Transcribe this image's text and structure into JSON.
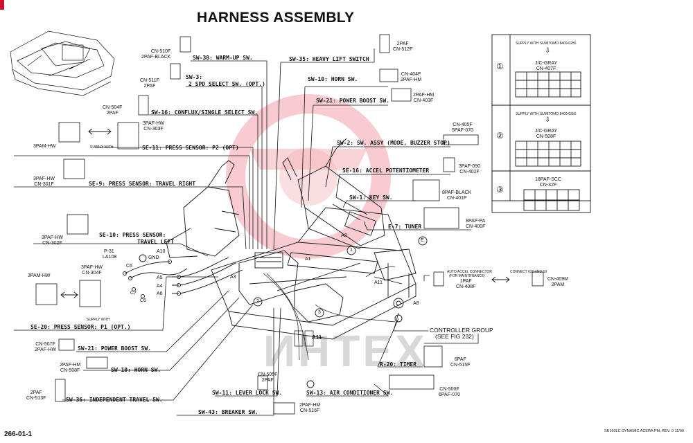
{
  "title": "HARNESS ASSEMBLY",
  "page_number": "266-01-1",
  "footer_note": "SK160LC DYNAMIC ACERA PM, REV. 0 11/00",
  "watermark": "ИНТЕХ",
  "colors": {
    "line": "#111111",
    "watermark_red": "#e03a4a",
    "watermark_gray": "#d8d8d8"
  },
  "callouts": {
    "sw38": "SW-38: WARM-UP SW.",
    "sw3": "SW-3:",
    "sw3b": "2 SPD SELECT SW. (OPT.)",
    "sw16": "SW-16: CONFLUX/SINGLE SELECT SW.",
    "se11": "SE-11: PRESS SENSOR: P2 (OPT)",
    "se9": "SE-9: PRESS SENSOR: TRAVEL RIGHT",
    "se10": "SE-10: PRESS SENSOR:",
    "se10b": "TRAVEL LEFT",
    "se20": "SE-20: PRESS SENSOR: P1 (OPT.)",
    "sw21b": "SW-21: POWER BOOST SW.",
    "sw10b": "SW-10: HORN SW.",
    "sw36": "SW-36: INDEPENDENT TRAVEL SW.",
    "sw43": "SW-43: BREAKER SW.",
    "sw11": "SW-11: LEVER LOCK SW.",
    "sw13": "SW-13: AIR CONDITIONER SW.",
    "sw35": "SW-35: HEAVY LIFT SWITCH",
    "sw10": "SW-10: HORN SW.",
    "sw21": "SW-21: POWER BOOST SW.",
    "sw2": "SW-2: SW. ASSY (MODE, BUZZER STOP)",
    "se16": "SE-16: ACCEL POTENTIOMETER",
    "sw1": "SW-1: KEY SW.",
    "e7": "E-7: TUNER",
    "r20": "R-20: TIMER",
    "controller": "CONTROLLER GROUP",
    "controller2": "(SEE FIG 232)"
  },
  "connectors": {
    "c510": "CN-510F\n2PAF-BLACK",
    "c511": "CN-511F\n2PAF",
    "c504": "CN-504F\n2PAF",
    "c303": "3PAF-HW\nCN-303F",
    "c3pam": "3PAM-HW",
    "supply": "SUPPLY WITH",
    "c301": "3PAF-HW\nCN-301F",
    "c302": "3PAF-HW\nCN-302F",
    "p31": "P-31",
    "la108": "LA108",
    "gnd": "GND",
    "c304": "3PAF-HW\nCN-304F",
    "c3pam2": "3PAM-HW",
    "supply2": "SUPPLY WITH",
    "c507": "CN-507F\n2PAF-HW",
    "c508": "2PAF-HM\nCN-508F",
    "c513": "2PAF\nCN-513F",
    "c505": "CN-505F\n2PAF",
    "c516": "2PAF-HM\nCN-516F",
    "c512": "2PAF\nCN-512F",
    "c404": "CN-404F\n2PAF-HM",
    "c403": "2PAF-HM\nCN-403F",
    "c405": "CN-405F\n5PAF-070",
    "c402": "3PAF-090\nCN-402F",
    "c401": "8PAF-BLACK\nCN-401F",
    "c400": "8PAF-PA\nCN-400F",
    "c408a": "AUTO ACCEL CONNECTOR",
    "c408b": "(FOR MAINTENANCE)",
    "c408": "1PAF\nCN-408F",
    "c409a": "CONNECT 620 AND 59",
    "c409": "CN-409M\n2PAM",
    "c515": "6PAF\nCN-515F",
    "c500": "CN-500F\n6PAF-070"
  },
  "parts": {
    "a10": "A10",
    "a5": "A5",
    "a4": "A4",
    "a6": "A6",
    "c7": "C7",
    "c6": "C6",
    "c6b": "C6",
    "a1": "A1",
    "a2": "A2",
    "a3": "A3",
    "a11": "A11",
    "a11b": "A11",
    "a8": "A8",
    "n1": "1",
    "n2": "2",
    "n3": "3",
    "ne": "E"
  },
  "right_panel": {
    "supply1": "SUPPLY WITH SUMITOMO 8409-0255",
    "jc1": "J/C-GRAY\nCN-407F",
    "supply2": "SUPPLY WITH SUMITOMO 8409-0255",
    "jc2": "J/C-GRAY\nCN-508F",
    "scc": "18PAF-SCC\nCN-32F",
    "c1": "①",
    "c2": "②",
    "c3": "③",
    "arrow1": "⇩",
    "arrow2": "⇩"
  }
}
